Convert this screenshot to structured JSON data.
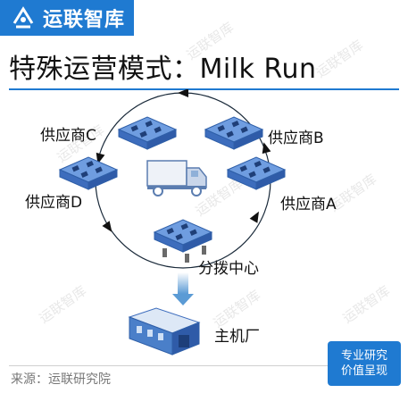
{
  "header": {
    "brand": "运联智库",
    "title": "特殊运营模式：Milk Run"
  },
  "diagram": {
    "suppliers": {
      "a": "供应商A",
      "b": "供应商B",
      "c": "供应商C",
      "d": "供应商D"
    },
    "hub": "分拨中心",
    "plant": "主机厂"
  },
  "watermark": "运联智库",
  "footer": {
    "source": "来源：运联研究院",
    "badge_line1": "专业研究",
    "badge_line2": "价值呈现"
  },
  "colors": {
    "brand_blue": "#1f7ad1",
    "pallet_blue": "#4a7fc9",
    "arrow_blue": "#5b9bd5"
  },
  "icons": [
    "logo-icon",
    "truck-icon",
    "pallet-icon",
    "factory-icon",
    "arrow-icon"
  ]
}
